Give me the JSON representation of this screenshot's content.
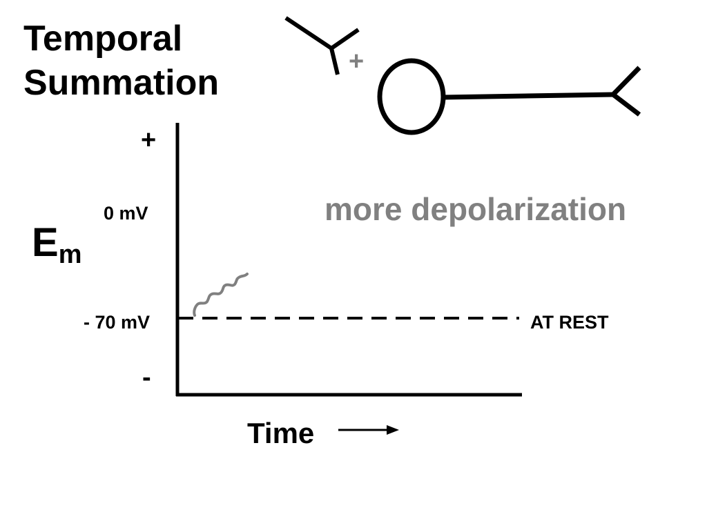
{
  "title": {
    "line1": "Temporal",
    "line2": "Summation"
  },
  "graph": {
    "y_plus": "+",
    "y_minus": "-",
    "zero_label": "0 mV",
    "rest_label": "- 70 mV",
    "at_rest": "AT REST",
    "em_symbol": "E",
    "em_subscript": "m",
    "x_label": "Time",
    "annotation": "more depolarization"
  },
  "neuron": {
    "synapse_sign": "+"
  },
  "colors": {
    "text": "#000000",
    "trace": "#808080",
    "annotation": "#808080"
  }
}
